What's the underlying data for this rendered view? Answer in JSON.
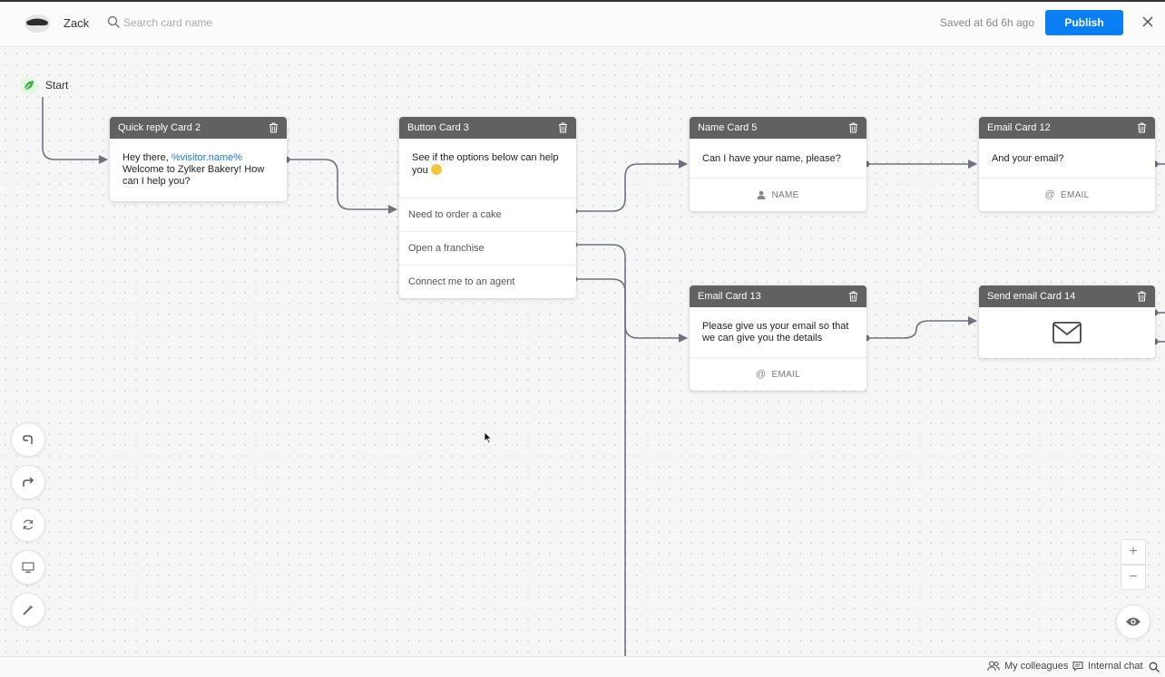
{
  "header": {
    "bot_name": "Zack",
    "search_placeholder": "Search card name",
    "saved_text": "Saved at 6d 6h ago",
    "publish_label": "Publish"
  },
  "colors": {
    "accent": "#0a7ef5",
    "card_header": "#616161",
    "wire": "#6b7280",
    "variable": "#1f7ad6"
  },
  "start": {
    "label": "Start",
    "icon": "leaf-icon"
  },
  "cards": {
    "quick_reply_2": {
      "title": "Quick reply Card 2",
      "text_pre": "Hey there, ",
      "variable": "%visitor.name%",
      "text_post": "Welcome to Zylker Bakery! How can I help you?"
    },
    "button_3": {
      "title": "Button Card 3",
      "text": "See if the options below can help you",
      "options": [
        "Need to order a cake",
        "Open a franchise",
        "Connect me to an agent"
      ]
    },
    "name_5": {
      "title": "Name Card 5",
      "text": "Can I have your name, please?",
      "field": "NAME"
    },
    "email_12": {
      "title": "Email Card 12",
      "text": "And your email?",
      "field": "EMAIL"
    },
    "email_13": {
      "title": "Email Card 13",
      "text": "Please give us your email so that we can give you the details",
      "field": "EMAIL"
    },
    "send_email_14": {
      "title": "Send email Card 14",
      "icon": "envelope-icon"
    }
  },
  "tools": [
    "undo-icon",
    "redo-icon",
    "refresh-icon",
    "monitor-icon",
    "magic-wand-icon"
  ],
  "zoom": {
    "in": "+",
    "out": "−"
  },
  "footer": {
    "colleagues": "My colleagues",
    "internal_chat": "Internal chat"
  }
}
